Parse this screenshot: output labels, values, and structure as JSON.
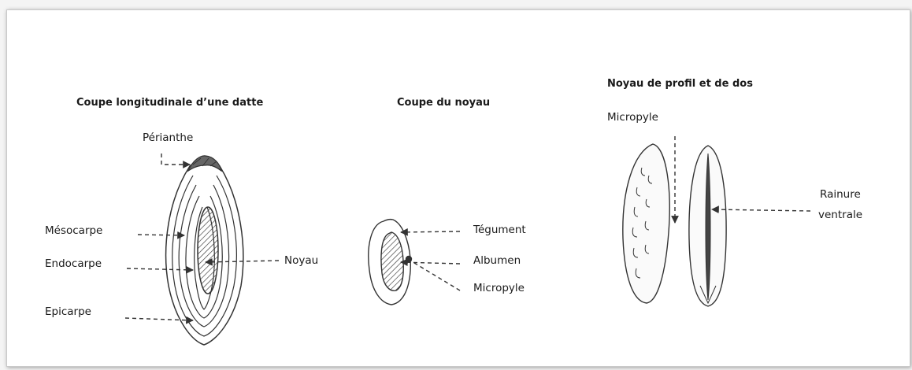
{
  "panels": {
    "datte": {
      "title": "Coupe longitudinale d’une datte",
      "labels": {
        "perianthe": "Périanthe",
        "mesocarpe": "Mésocarpe",
        "endocarpe": "Endocarpe",
        "epicarpe": "Epicarpe",
        "noyau": "Noyau"
      }
    },
    "noyau": {
      "title": "Coupe du noyau",
      "labels": {
        "tegument": "Tégument",
        "albumen": "Albumen",
        "micropyle": "Micropyle"
      }
    },
    "profil": {
      "title": "Noyau de profil et de dos",
      "labels": {
        "micropyle": "Micropyle",
        "rainure_line1": "Rainure",
        "rainure_line2": "ventrale"
      }
    }
  }
}
